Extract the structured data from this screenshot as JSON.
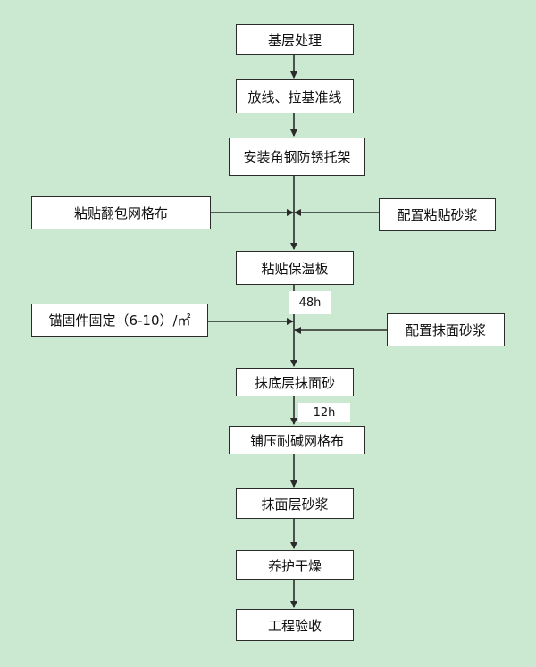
{
  "steps": [
    "基层处理",
    "放线、拉基准线",
    "安装角钢防锈托架",
    "粘贴保温板",
    "抹底层抹面砂",
    "铺压耐碱网格布",
    "抹面层砂浆",
    "养护干燥",
    "工程验收"
  ],
  "side_inputs": {
    "mesh_wrap": "粘贴翻包网格布",
    "mix_adhesive": "配置粘贴砂浆",
    "anchor": "锚固件固定（6-10）/㎡",
    "mix_plaster": "配置抹面砂浆"
  },
  "intervals": {
    "after_insulation": "48h",
    "after_base_coat": "12h"
  },
  "colors": {
    "background": "#cbe8d1",
    "box_fill": "#ffffff",
    "line": "#2b2b2b"
  }
}
